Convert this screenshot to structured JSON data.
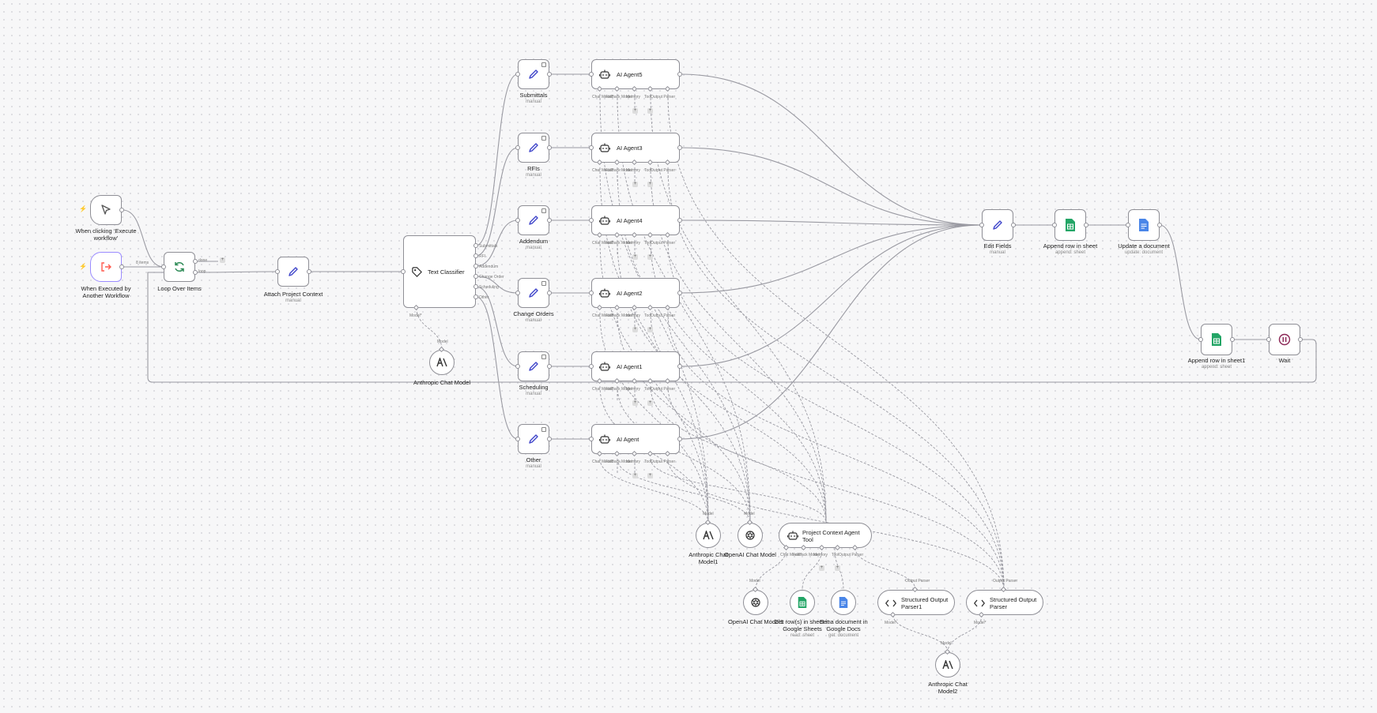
{
  "nodes": {
    "execute_trigger": {
      "label": "When clicking ‘Execute workflow’"
    },
    "exec_by_workflow": {
      "label": "When Executed by Another Workflow"
    },
    "loop": {
      "label": "Loop Over Items",
      "edge_in": "8 items",
      "out_done": "done",
      "out_loop": "loop"
    },
    "attach_context": {
      "label": "Attach Project Context",
      "sub": "manual"
    },
    "text_classifier": {
      "label": "Text Classifier",
      "outputs": [
        "Submittals",
        "RFI",
        "Addendum",
        "Change Order",
        "Scheduling",
        "Other"
      ],
      "model_port": "Model*"
    },
    "anthropic_model": {
      "label": "Anthropic Chat Model",
      "port": "Model"
    },
    "submittals": {
      "label": "Submittals",
      "sub": "manual"
    },
    "rfis": {
      "label": "RFIs",
      "sub": "manual"
    },
    "addendum": {
      "label": "Addendum",
      "sub": "manual"
    },
    "change_orders": {
      "label": "Change Orders",
      "sub": "manual"
    },
    "scheduling": {
      "label": "Scheduling",
      "sub": "manual"
    },
    "other": {
      "label": "Other",
      "sub": "manual"
    },
    "agents": [
      {
        "label": "AI Agent5"
      },
      {
        "label": "AI Agent3"
      },
      {
        "label": "AI Agent4"
      },
      {
        "label": "AI Agent2"
      },
      {
        "label": "AI Agent1"
      },
      {
        "label": "AI Agent"
      }
    ],
    "agent_ports": {
      "chat": "Chat Model*",
      "fallback": "Fallback Model",
      "memory": "Memory",
      "tool": "Tool",
      "parser": "Output Parser"
    },
    "edit_fields": {
      "label": "Edit Fields",
      "sub": "manual"
    },
    "append_row": {
      "label": "Append row in sheet",
      "sub": "append: sheet"
    },
    "update_doc": {
      "label": "Update a document",
      "sub": "update: document"
    },
    "append_row1": {
      "label": "Append row in sheet1",
      "sub": "append: sheet"
    },
    "wait": {
      "label": "Wait"
    },
    "anthropic_model1": {
      "label": "Anthropic Chat Model1",
      "port": "Model"
    },
    "openai_model": {
      "label": "OpenAI Chat Model",
      "port": "Model"
    },
    "context_tool": {
      "label": "Project Context Agent Tool"
    },
    "openai_model1": {
      "label": "OpenAI Chat Model1",
      "port": "Model"
    },
    "get_rows": {
      "label": "Get row(s) in sheet in Google Sheets",
      "sub": "read: sheet"
    },
    "get_doc": {
      "label": "Get a document in Google Docs",
      "sub": "get: document"
    },
    "parser1": {
      "label": "Structured Output Parser1",
      "port": "Output Parser",
      "model_port": "Model*"
    },
    "parser": {
      "label": "Structured Output Parser",
      "port": "Output Parser",
      "model_port": "Model*"
    },
    "anthropic_model2": {
      "label": "Anthropic Chat Model2",
      "port": "Model"
    }
  },
  "colors": {
    "edge": "#9a9aa2",
    "node_border": "#8f8f96",
    "edit_icon": "#3d43c9",
    "sheets": "#23a566",
    "docs": "#4a86e8",
    "trigger_bolt": "#ff6d3f",
    "exec_icon": "#ff5a4e",
    "loop_icon": "#2e8b57",
    "wait_icon": "#8a2454"
  }
}
